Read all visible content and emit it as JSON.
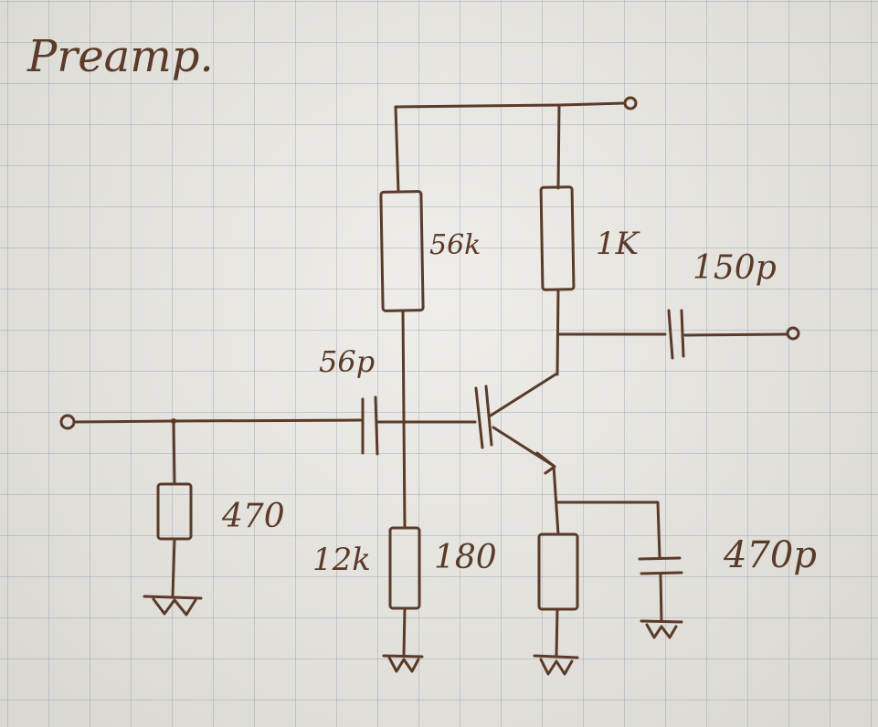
{
  "diagram": {
    "title": "Preamp.",
    "labels": {
      "r_top_bias": "56k",
      "r_collector": "1K",
      "c_output": "150p",
      "c_input": "56p",
      "r_input": "470",
      "r_bottom_bias": "12k",
      "r_emitter": "180",
      "c_emitter": "470p"
    },
    "colors": {
      "ink": "#5a3a28",
      "paper": "#e6e4de",
      "grid": "#8796ad"
    }
  }
}
